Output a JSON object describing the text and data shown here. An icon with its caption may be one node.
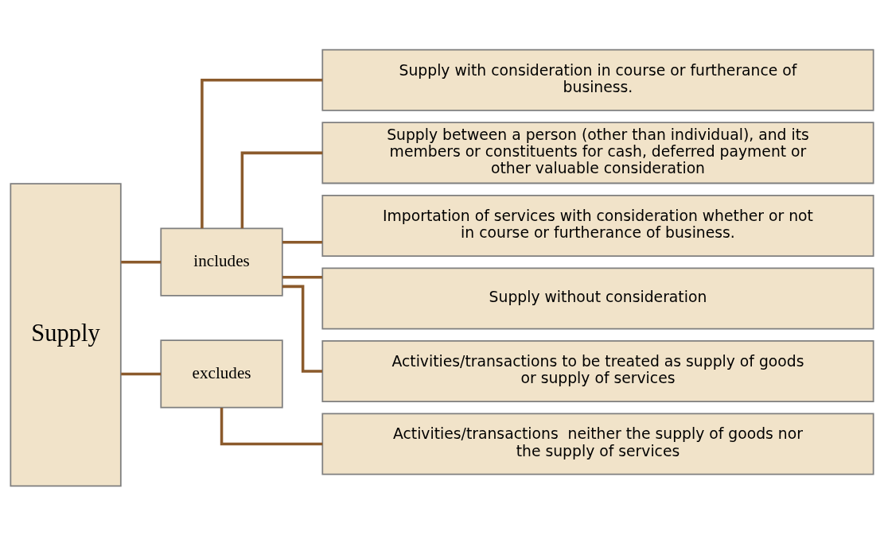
{
  "diagram": {
    "nodes": [
      {
        "text": [
          "Supply"
        ]
      },
      {
        "text": [
          "includes"
        ]
      },
      {
        "text": [
          "excludes"
        ]
      },
      {
        "text": [
          "Supply with consideration in course or furtherance of business."
        ]
      },
      {
        "text": [
          "Supply between a person (other than individual), and its members or constituents for cash, deferred payment or other valuable consideration"
        ]
      },
      {
        "text": [
          "Importation of services with consideration whether or not in course or furtherance of business."
        ]
      },
      {
        "text": [
          "Supply without consideration"
        ]
      },
      {
        "text": [
          "Activities/transactions to be treated as supply of goods or supply of services"
        ]
      },
      {
        "text": [
          "Activities/transactions  neither the supply of goods nor the supply of services"
        ]
      }
    ],
    "edges": [
      {
        "from": 0,
        "to": 1,
        "arrow": "none"
      },
      {
        "from": 0,
        "to": 2,
        "arrow": "none"
      },
      {
        "from": 1,
        "to": 3,
        "arrow": "none"
      },
      {
        "from": 1,
        "to": 4,
        "arrow": "none"
      },
      {
        "from": 1,
        "to": 5,
        "arrow": "none"
      },
      {
        "from": 1,
        "to": 6,
        "arrow": "none"
      },
      {
        "from": 1,
        "to": 7,
        "arrow": "none"
      },
      {
        "from": 2,
        "to": 8,
        "arrow": "none"
      }
    ]
  }
}
